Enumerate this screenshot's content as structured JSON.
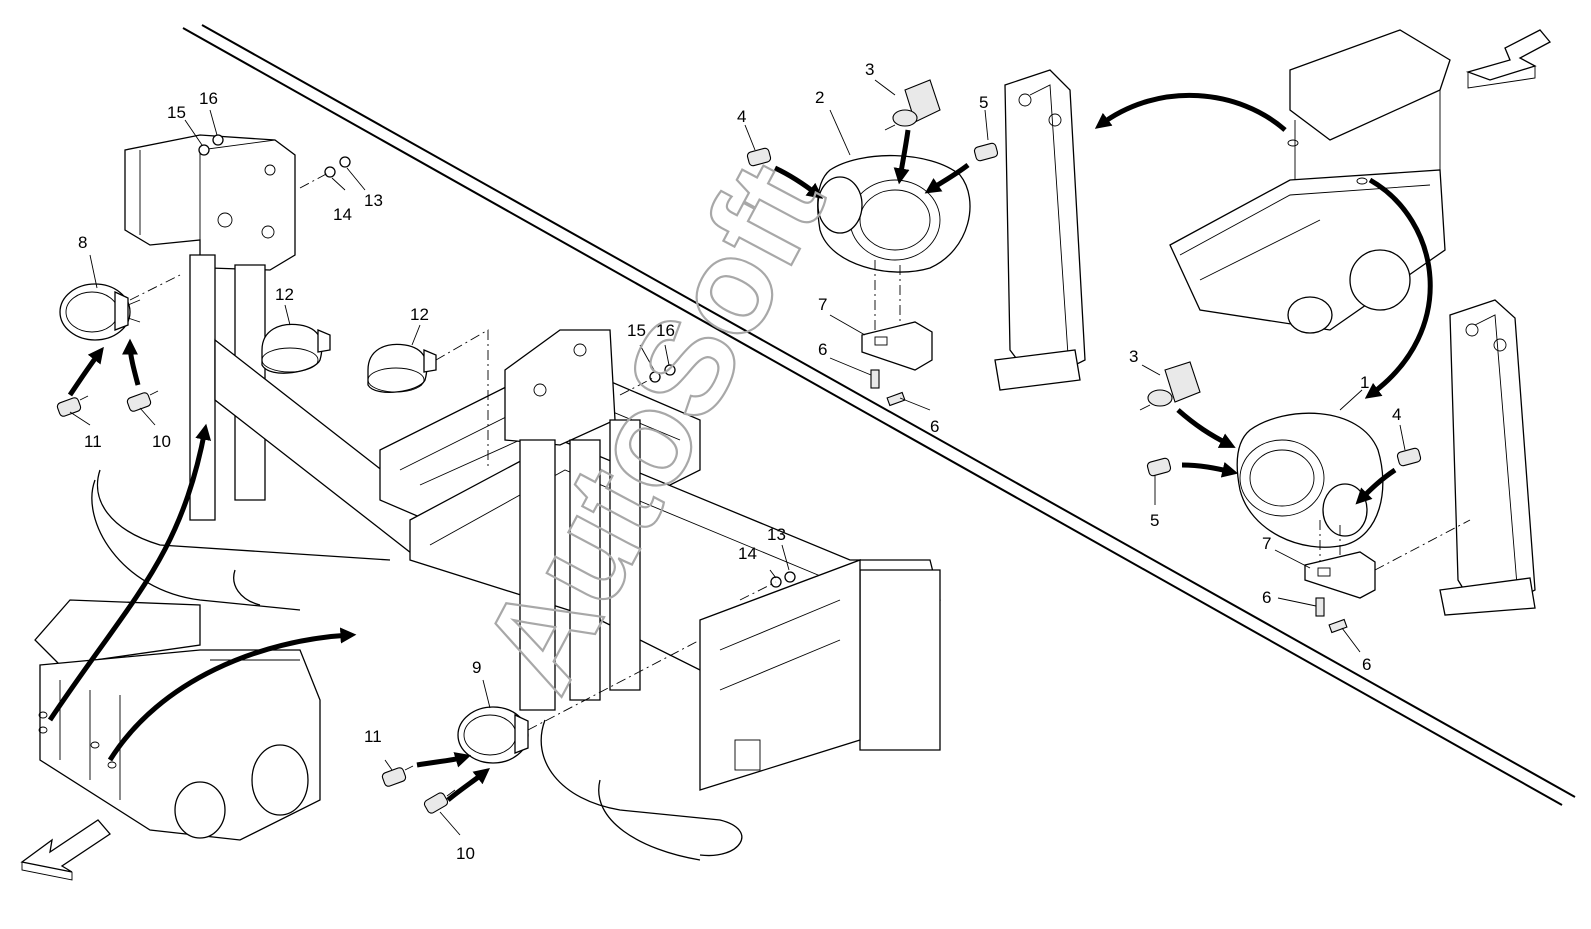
{
  "watermark": "AutoSoft",
  "callouts": {
    "c1": "1",
    "c2": "2",
    "c3a": "3",
    "c3b": "3",
    "c4a": "4",
    "c4b": "4",
    "c5a": "5",
    "c5b": "5",
    "c6a": "6",
    "c6b": "6",
    "c6c": "6",
    "c6d": "6",
    "c7a": "7",
    "c7b": "7",
    "c8": "8",
    "c9": "9",
    "c10a": "10",
    "c10b": "10",
    "c11a": "11",
    "c11b": "11",
    "c12a": "12",
    "c12b": "12",
    "c13a": "13",
    "c13b": "13",
    "c14a": "14",
    "c14b": "14",
    "c15a": "15",
    "c15b": "15",
    "c16a": "16",
    "c16b": "16"
  },
  "icons": {
    "view_arrow_front": "view-direction-arrow",
    "view_arrow_rear": "view-direction-arrow"
  },
  "colors": {
    "line": "#000000",
    "watermark": "#a8a8a8",
    "background": "#ffffff"
  }
}
